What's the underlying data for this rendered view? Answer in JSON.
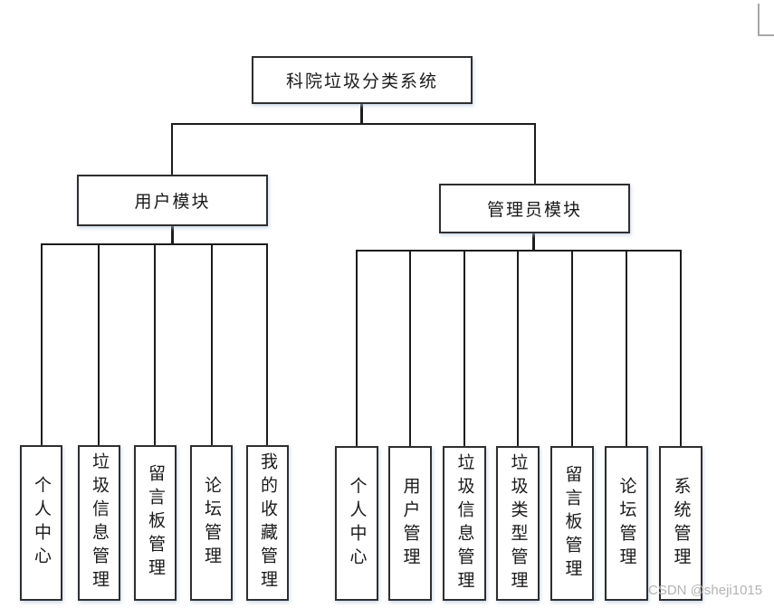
{
  "diagram": {
    "title": "科院垃圾分类系统",
    "root": {
      "label": "科院垃圾分类系统"
    },
    "branches": [
      {
        "label": "用户模块",
        "children": [
          "个人中心",
          "垃圾信息管理",
          "留言板管理",
          "论坛管理",
          "我的收藏管理"
        ]
      },
      {
        "label": "管理员模块",
        "children": [
          "个人中心",
          "用户管理",
          "垃圾信息管理",
          "垃圾类型管理",
          "留言板管理",
          "论坛管理",
          "系统管理"
        ]
      }
    ]
  },
  "watermark": {
    "text": "CSDN @sheji1015"
  },
  "colors": {
    "background": "#ffffff",
    "connector": "#1c1c1c",
    "node_border": "#2f2f2f",
    "node_fill": "#ffffff",
    "text": "#1a1a1a",
    "watermark": "#b3b3b3",
    "frame_corner": "#a8a8a8"
  }
}
